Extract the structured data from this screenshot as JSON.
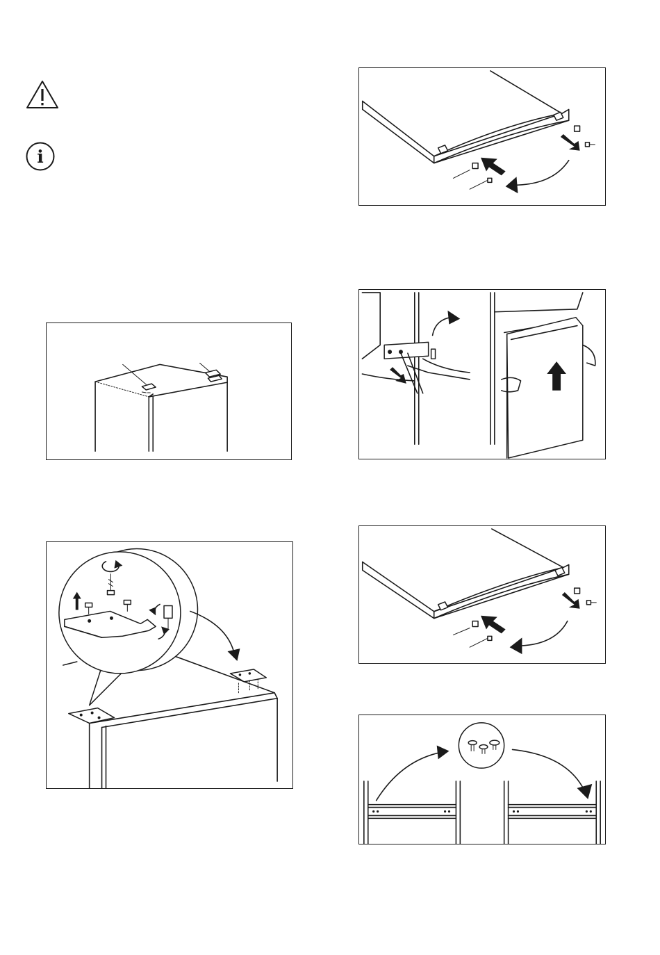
{
  "page": {
    "background": "#ffffff",
    "ink": "#1a1a1a"
  },
  "icons": [
    {
      "name": "warning-icon"
    },
    {
      "name": "info-icon",
      "glyph": "i"
    }
  ],
  "figures": [
    {
      "name": "figure-top-hinge-covers",
      "column": "left",
      "order": 1
    },
    {
      "name": "figure-top-hinge-transfer",
      "column": "left",
      "order": 2
    },
    {
      "name": "figure-door-swap-upper",
      "column": "right",
      "order": 1
    },
    {
      "name": "figure-door-removal",
      "column": "right",
      "order": 2
    },
    {
      "name": "figure-door-swap-lower",
      "column": "right",
      "order": 3
    },
    {
      "name": "figure-hole-caps-transfer",
      "column": "right",
      "order": 4
    }
  ]
}
